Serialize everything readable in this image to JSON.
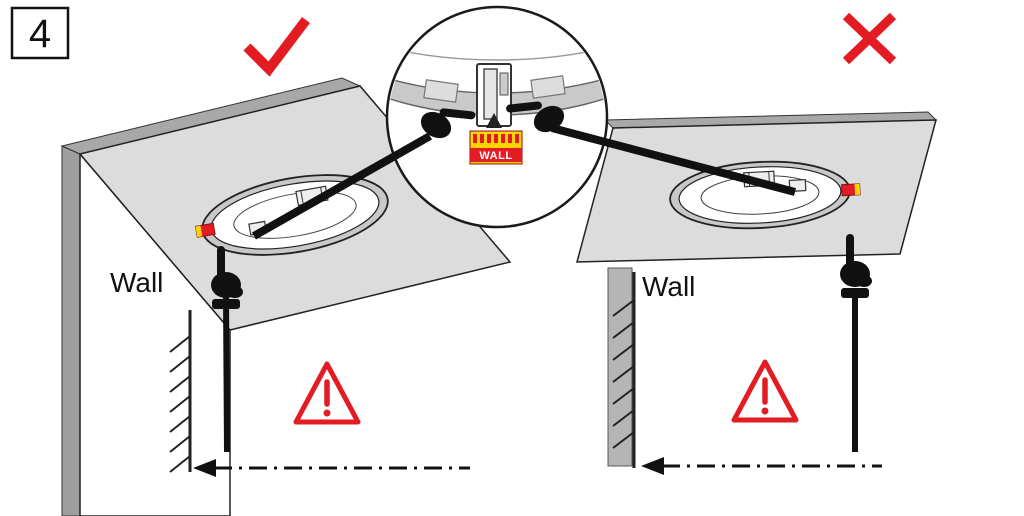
{
  "step": {
    "number": "4"
  },
  "left_scene": {
    "wall_label": "Wall",
    "result": "correct",
    "result_icon": "checkmark-icon"
  },
  "right_scene": {
    "wall_label": "Wall",
    "result": "incorrect",
    "result_icon": "cross-icon"
  },
  "magnifier": {
    "tag_text": "WALL"
  },
  "icons": {
    "warning": "warning-triangle-icon",
    "hand": "pointing-hand-icon"
  },
  "colors": {
    "accent_red": "#e31b23",
    "tag_yellow": "#ffd400",
    "hand_black": "#111111",
    "slab_gray": "#dcdcdc",
    "edge_gray": "#a8a8a8"
  }
}
